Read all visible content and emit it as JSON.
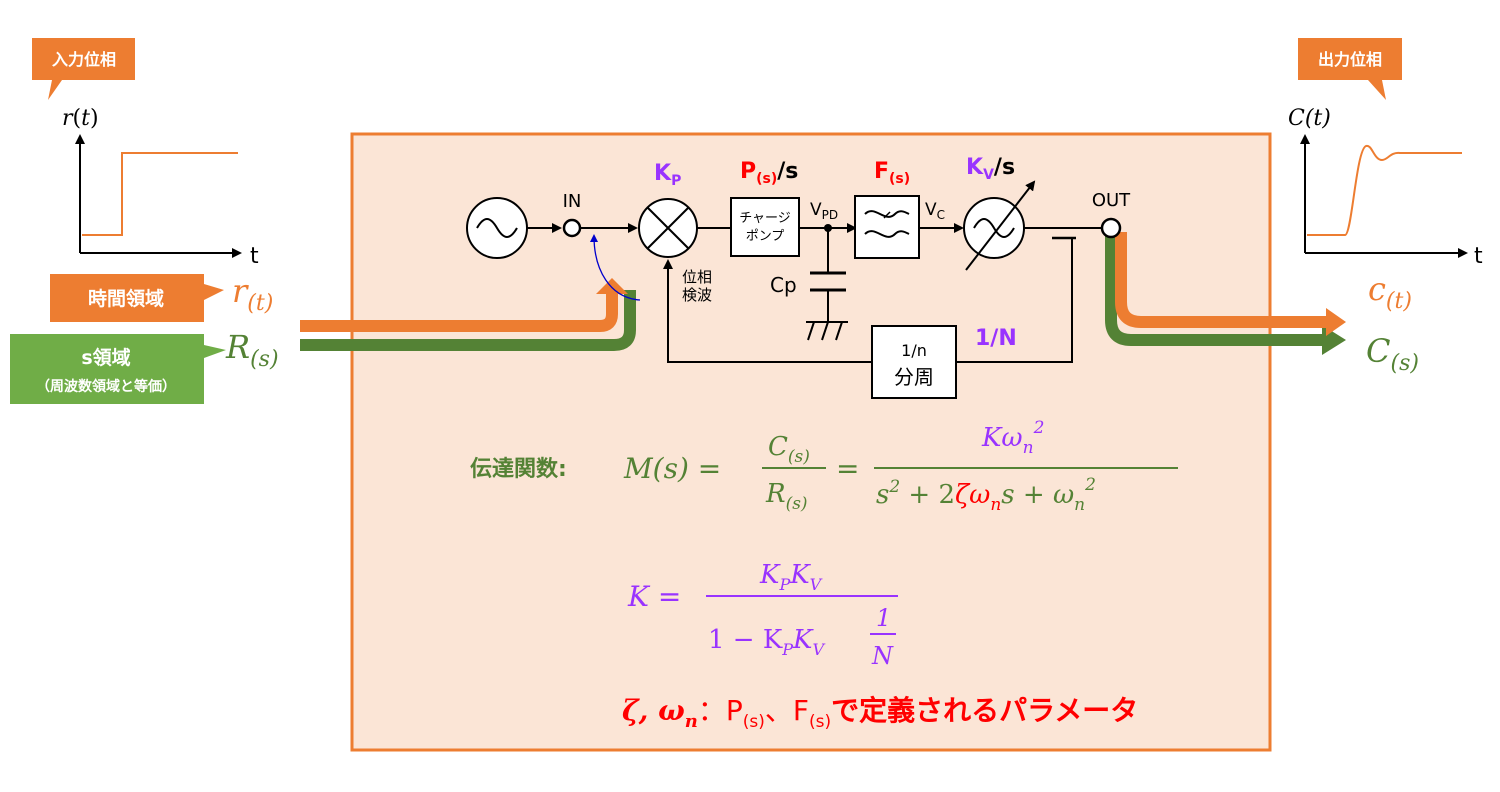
{
  "colors": {
    "orange": "#ED7D31",
    "green": "#548235",
    "purple": "#9933FF",
    "red": "#FF0000",
    "panel_fill": "#FBE5D6",
    "panel_border": "#ED7D31",
    "blue": "#0000CC"
  },
  "input_side": {
    "callout": "入力位相",
    "func_label": "r",
    "func_arg": "t",
    "time_axis": "t",
    "time_domain_badge": "時間領域",
    "time_symbol": "r",
    "time_symbol_sub": "(t)",
    "s_domain_badge": "s領域",
    "s_domain_note": "（周波数領域と等価）",
    "s_symbol": "R",
    "s_symbol_sub": "(s)"
  },
  "output_side": {
    "callout": "出力位相",
    "func_label": "C(t)",
    "time_axis": "t",
    "time_symbol": "c",
    "time_symbol_sub": "(t)",
    "s_symbol": "C",
    "s_symbol_sub": "(s)"
  },
  "circuit": {
    "in_label": "IN",
    "out_label": "OUT",
    "kp_main": "K",
    "kp_sub": "P",
    "ps_main": "P",
    "ps_sub": "(s)",
    "ps_suffix": "/s",
    "fs_main": "F",
    "fs_sub": "(s)",
    "kv_main": "K",
    "kv_sub": "V",
    "kv_suffix": "/s",
    "charge_pump_line1": "チャージ",
    "charge_pump_line2": "ポンプ",
    "vpd_main": "V",
    "vpd_sub": "PD",
    "vc_main": "V",
    "vc_sub": "C",
    "cp_label": "Cp",
    "phase_det_line1": "位相",
    "phase_det_line2": "検波",
    "divider_line1": "1/n",
    "divider_line2": "分周",
    "feedback_label": "1/N"
  },
  "equations": {
    "tf_label": "伝達関数:",
    "m_of_s": "M(s) =",
    "num_c": "C",
    "num_c_sub": "(s)",
    "den_r": "R",
    "den_r_sub": "(s)",
    "equals": "=",
    "num_k": "Kω",
    "num_k_sub": "n",
    "num_k_sup": "2",
    "den_s2": "s",
    "den_s2_sup": "2",
    "den_plus1": " + 2",
    "den_zeta_omega": "ζω",
    "den_zeta_sub": "n",
    "den_s": "s + ω",
    "den_s_sub": "n",
    "den_s_sup": "2",
    "k_eq_lhs": "K =",
    "k_num": "K",
    "k_num_sub1": "P",
    "k_num_mid": "K",
    "k_num_sub2": "V",
    "k_den_prefix": "1 − K",
    "k_den_sub1": "P",
    "k_den_mid": "K",
    "k_den_sub2": "V",
    "k_den_frac_num": "1",
    "k_den_frac_den": "N",
    "param_zeta": "ζ, ω",
    "param_zeta_sub": "n",
    "param_colon": "：P",
    "param_ps_sub": "(s)",
    "param_mid": "、F",
    "param_fs_sub": "(s)",
    "param_tail": "で定義されるパラメータ"
  }
}
